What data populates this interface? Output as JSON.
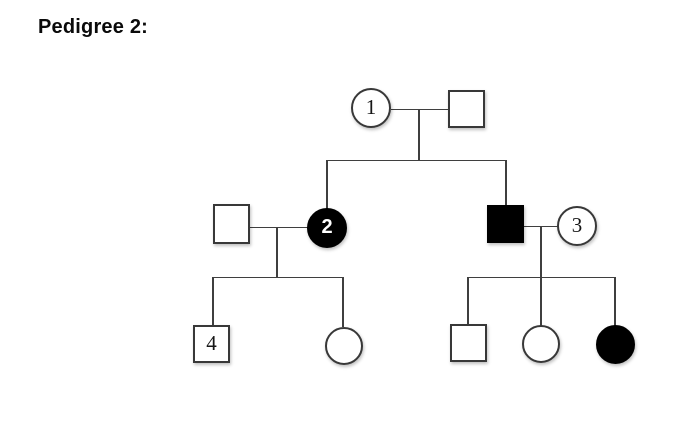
{
  "page": {
    "title": "Pedigree 2:",
    "background": "#ffffff"
  },
  "colors": {
    "line": "#3f3f3f",
    "shape_stroke": "#383838",
    "affected_fill": "#000000",
    "unaffected_fill": "#ffffff",
    "label_color": "#161616",
    "affected_label_color": "#ffffff"
  },
  "pedigree": {
    "individuals": {
      "i1": {
        "id": "I-1",
        "generation": "I",
        "sex": "female",
        "affected": false,
        "label": "1"
      },
      "i2": {
        "id": "I-2",
        "generation": "I",
        "sex": "male",
        "affected": false,
        "label": ""
      },
      "ii1": {
        "id": "II-1",
        "generation": "II",
        "sex": "male",
        "affected": false,
        "label": ""
      },
      "ii2": {
        "id": "II-2",
        "generation": "II",
        "sex": "female",
        "affected": true,
        "label": "2"
      },
      "ii3": {
        "id": "II-3",
        "generation": "II",
        "sex": "male",
        "affected": true,
        "label": ""
      },
      "ii4": {
        "id": "II-4",
        "generation": "II",
        "sex": "female",
        "affected": false,
        "label": "3"
      },
      "iii1": {
        "id": "III-1",
        "generation": "III",
        "sex": "male",
        "affected": false,
        "label": "4"
      },
      "iii2": {
        "id": "III-2",
        "generation": "III",
        "sex": "female",
        "affected": false,
        "label": ""
      },
      "iii3": {
        "id": "III-3",
        "generation": "III",
        "sex": "male",
        "affected": false,
        "label": ""
      },
      "iii4": {
        "id": "III-4",
        "generation": "III",
        "sex": "female",
        "affected": false,
        "label": ""
      },
      "iii5": {
        "id": "III-5",
        "generation": "III",
        "sex": "female",
        "affected": true,
        "label": ""
      }
    },
    "matings": [
      {
        "partners": [
          "I-1",
          "I-2"
        ],
        "children": [
          "II-2",
          "II-3"
        ]
      },
      {
        "partners": [
          "II-1",
          "II-2"
        ],
        "children": [
          "III-1",
          "III-2"
        ]
      },
      {
        "partners": [
          "II-3",
          "II-4"
        ],
        "children": [
          "III-3",
          "III-4",
          "III-5"
        ]
      }
    ]
  }
}
